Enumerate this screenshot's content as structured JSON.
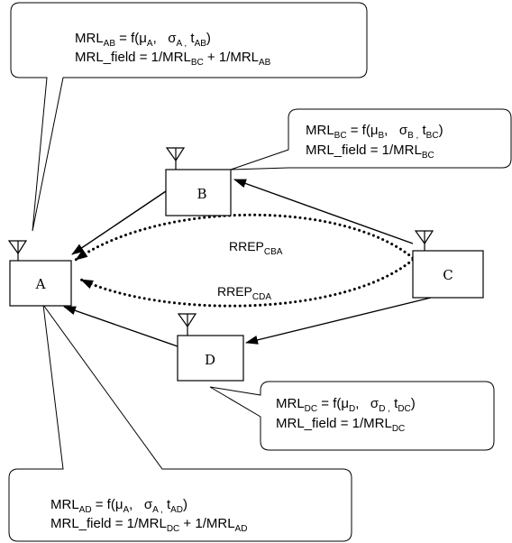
{
  "nodes": {
    "A": {
      "label": "A"
    },
    "B": {
      "label": "B"
    },
    "C": {
      "label": "C"
    },
    "D": {
      "label": "D"
    }
  },
  "route_replies": {
    "cba": {
      "base": "RREP",
      "sub": "CBA"
    },
    "cda": {
      "base": "RREP",
      "sub": "CDA"
    }
  },
  "callouts": {
    "ab": {
      "line1": {
        "pre": "MRL",
        "sub1": "AB",
        "mid": " = f(μ",
        "sub2": "A",
        "mid2": ",   σ",
        "sub3": "A ,",
        "mid3": " t",
        "sub4": "AB",
        "end": ")"
      },
      "line2": {
        "pre": "MRL_field = 1/MRL",
        "sub1": "BC",
        "mid": " + 1/MRL",
        "sub2": "AB"
      }
    },
    "bc": {
      "line1": {
        "pre": "MRL",
        "sub1": "BC",
        "mid": " = f(μ",
        "sub2": "B",
        "mid2": ",   σ",
        "sub3": "B ,",
        "mid3": " t",
        "sub4": "BC",
        "end": ")"
      },
      "line2": {
        "pre": "MRL_field = 1/MRL",
        "sub1": "BC"
      }
    },
    "dc": {
      "line1": {
        "pre": "MRL",
        "sub1": "DC",
        "mid": " = f(μ",
        "sub2": "D",
        "mid2": ",   σ",
        "sub3": "D ,",
        "mid3": " t",
        "sub4": "DC",
        "end": ")"
      },
      "line2": {
        "pre": "MRL_field = 1/MRL",
        "sub1": "DC"
      }
    },
    "ad": {
      "line1": {
        "pre": "MRL",
        "sub1": "AD",
        "mid": " = f(μ",
        "sub2": "A",
        "mid2": ",   σ",
        "sub3": "A ,",
        "mid3": " t",
        "sub4": "AD",
        "end": ")"
      },
      "line2": {
        "pre": "MRL_field = 1/MRL",
        "sub1": "DC",
        "mid": " + 1/MRL",
        "sub2": "AD"
      }
    }
  }
}
